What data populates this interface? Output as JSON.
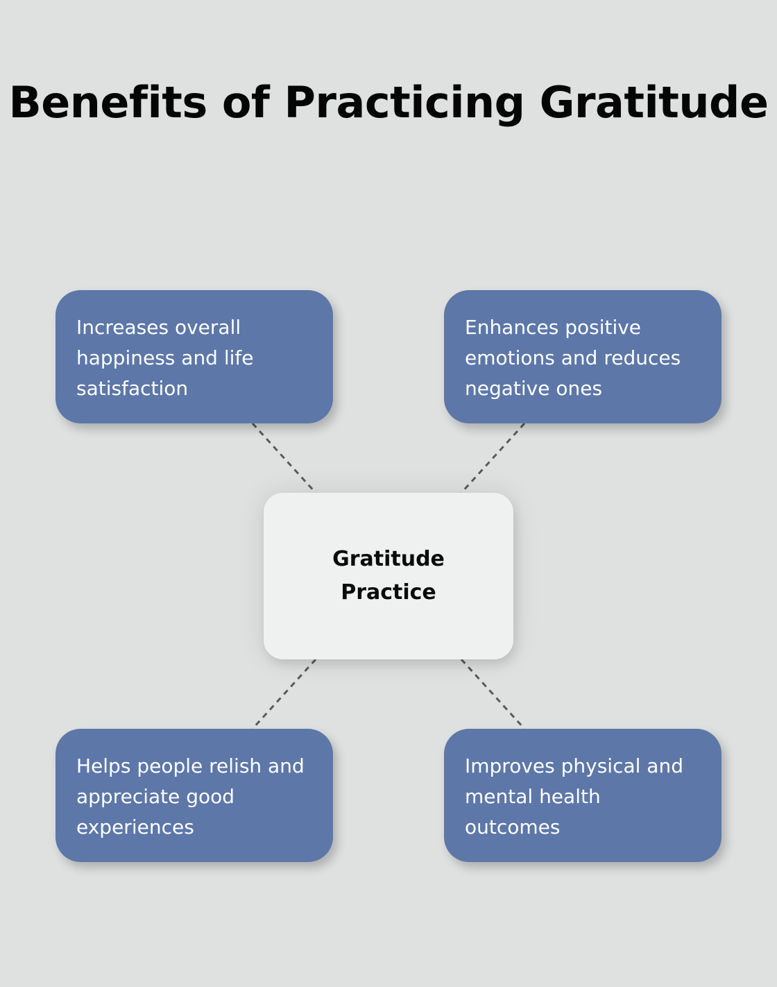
{
  "title": "Benefits of Practicing Gratitude",
  "center": {
    "label": "Gratitude Practice"
  },
  "benefits": [
    {
      "position": "top-left",
      "text": "Increases overall happiness and life satisfaction"
    },
    {
      "position": "top-right",
      "text": "Enhances positive emotions and reduces negative ones"
    },
    {
      "position": "bottom-left",
      "text": "Helps people relish and appreciate good experiences"
    },
    {
      "position": "bottom-right",
      "text": "Improves physical and mental health outcomes"
    }
  ],
  "colors": {
    "background": "#dfe1e0",
    "benefit_box": "#5d77a8",
    "center_box": "#eff1f0",
    "connector": "#5a5a5a",
    "title_text": "#050505"
  }
}
